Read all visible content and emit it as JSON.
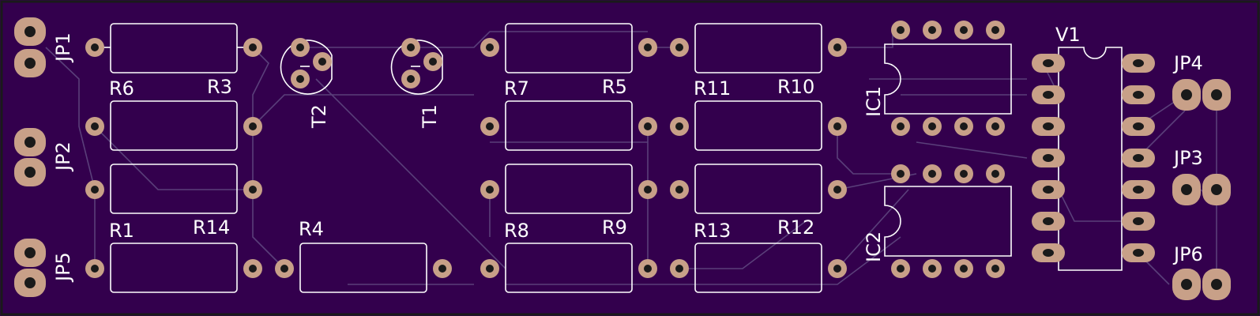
{
  "labels": {
    "jp1": "JP1",
    "jp2": "JP2",
    "jp5": "JP5",
    "jp4": "JP4",
    "jp3": "JP3",
    "jp6": "JP6",
    "r1": "R1",
    "r3": "R3",
    "r4": "R4",
    "r5": "R5",
    "r6": "R6",
    "r7": "R7",
    "r8": "R8",
    "r9": "R9",
    "r10": "R10",
    "r11": "R11",
    "r12": "R12",
    "r13": "R13",
    "r14": "R14",
    "t1": "T1",
    "t2": "T2",
    "ic1": "IC1",
    "ic2": "IC2",
    "v1": "V1"
  },
  "colors": {
    "board": "#33004d",
    "silkscreen": "#ffffff",
    "copper_pad": "#c8a088",
    "trace": "#5a3f7a"
  }
}
